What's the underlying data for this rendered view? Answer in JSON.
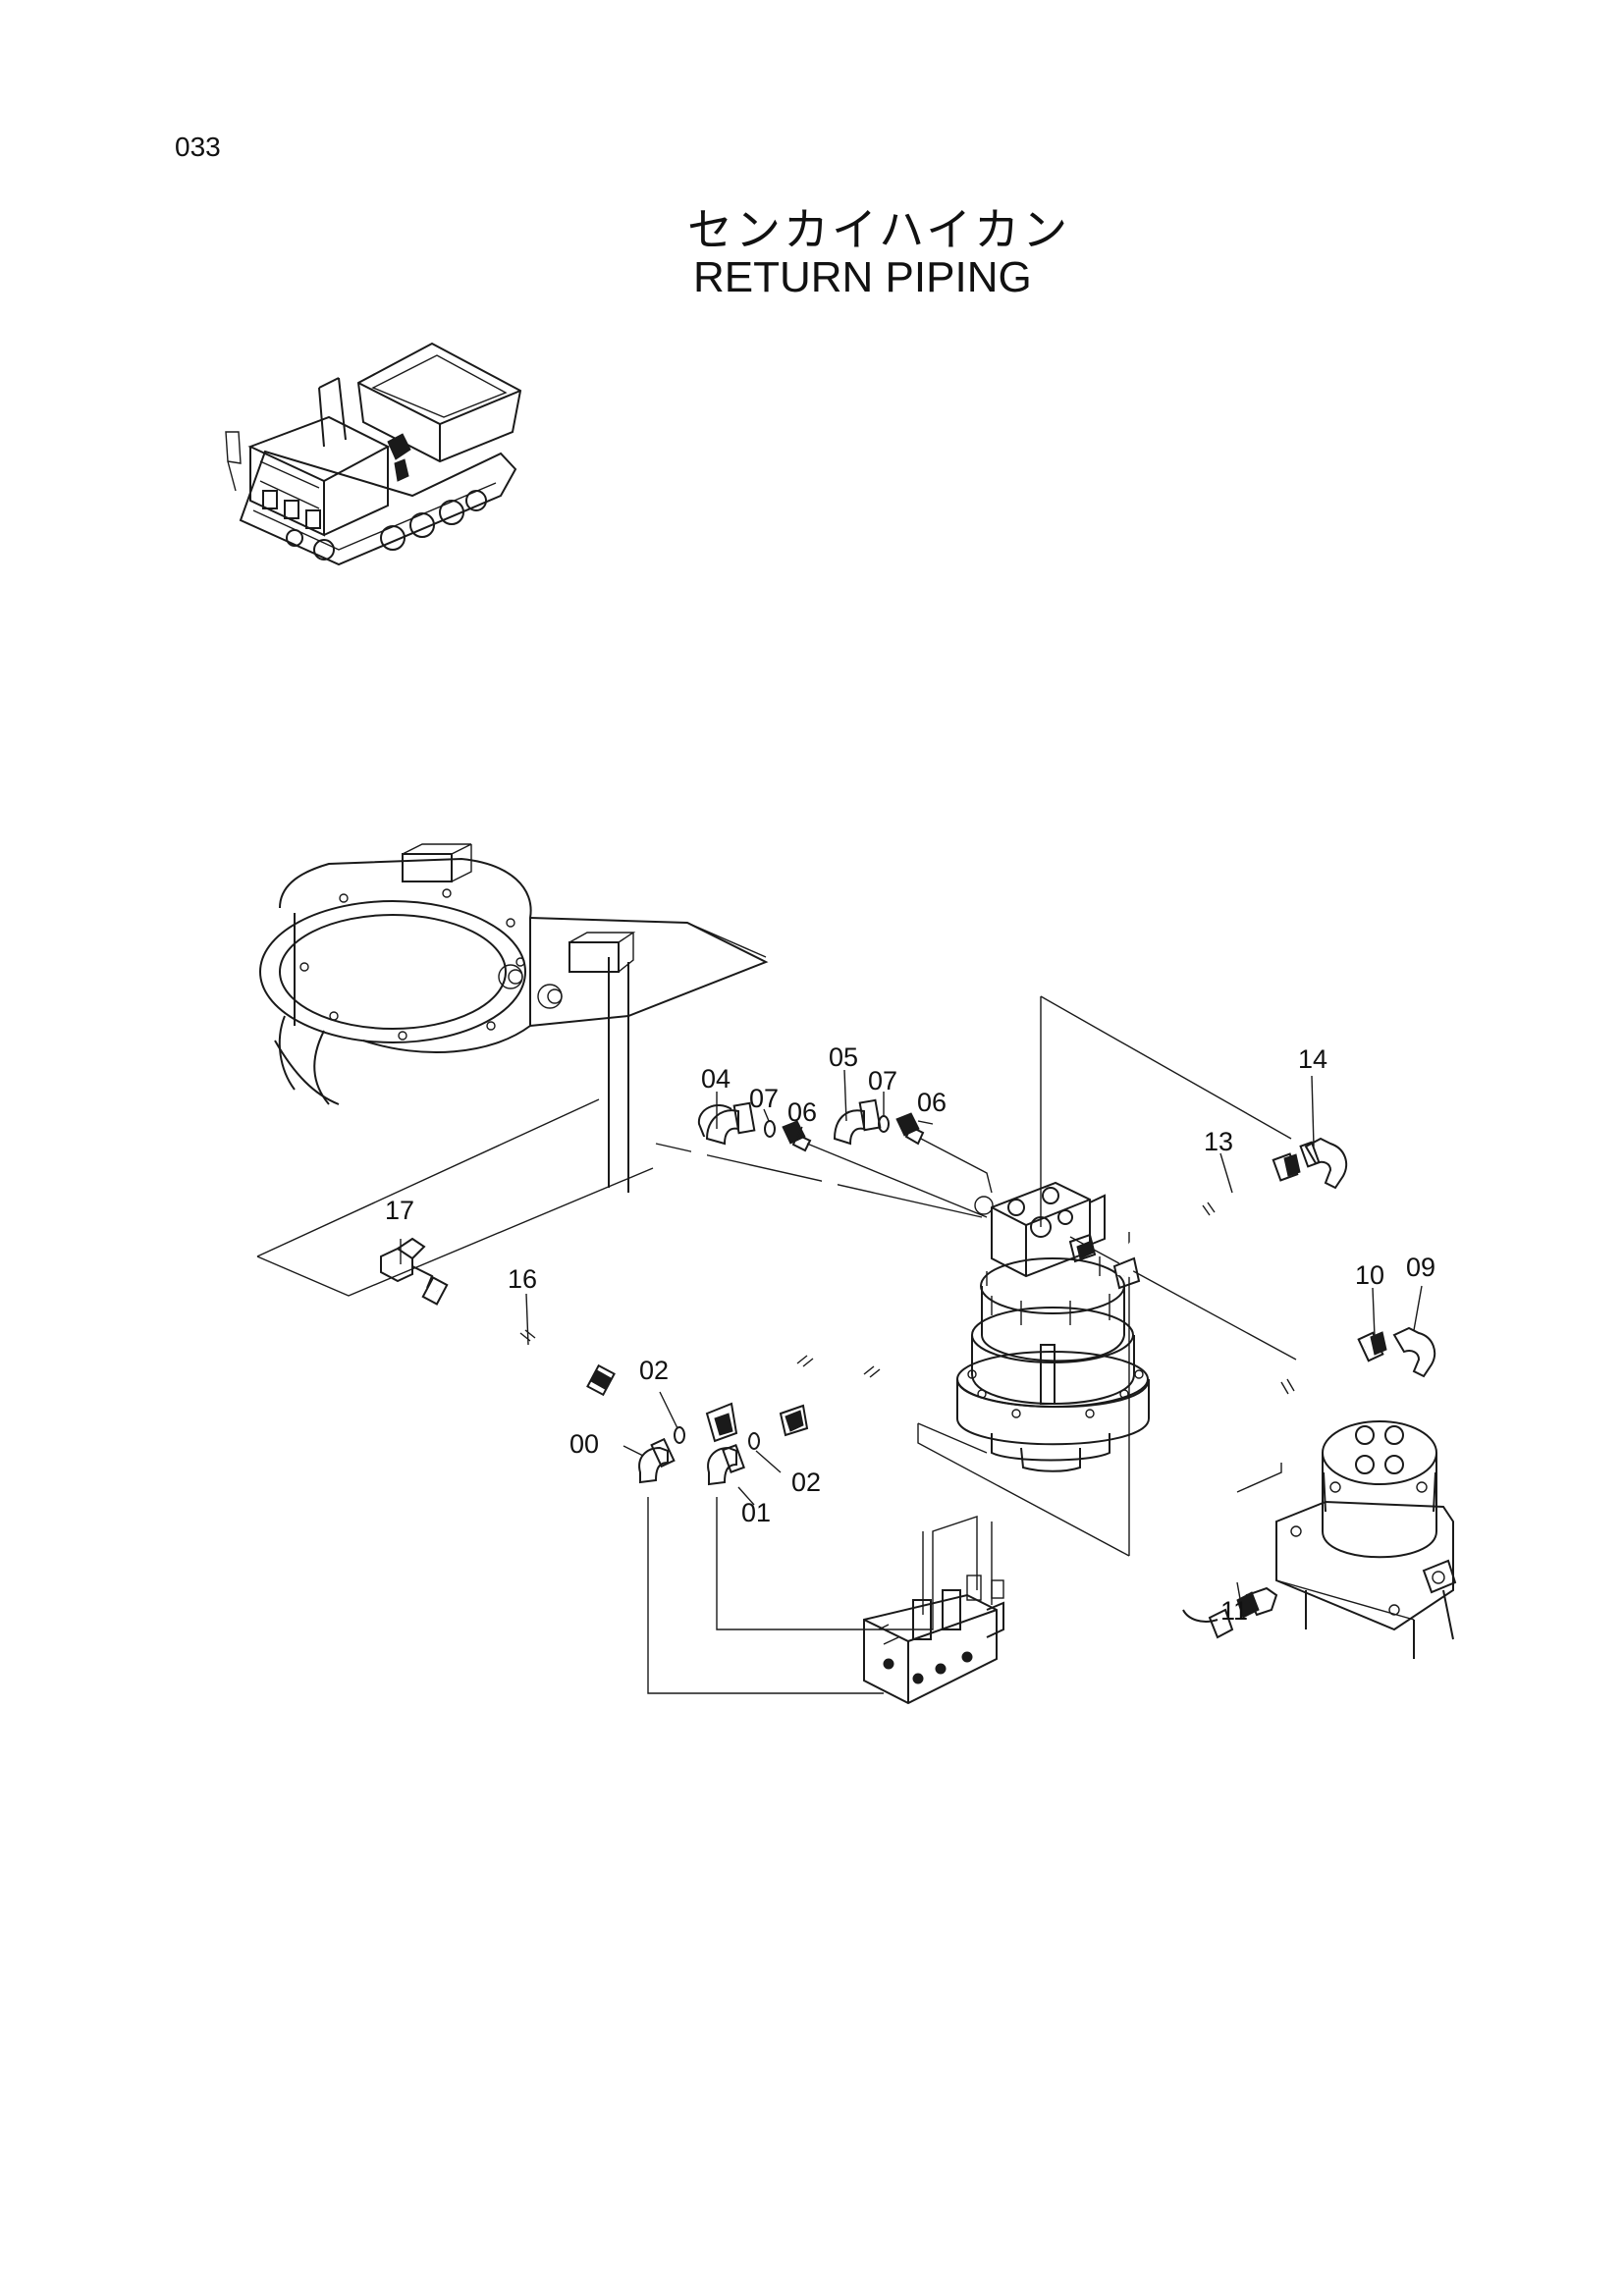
{
  "page_number": "033",
  "title_japanese": "センカイハイカン",
  "title_english": "RETURN PIPING",
  "callouts": [
    "00",
    "01",
    "02",
    "02",
    "04",
    "05",
    "06",
    "06",
    "07",
    "07",
    "09",
    "10",
    "11",
    "13",
    "14",
    "16",
    "17"
  ]
}
